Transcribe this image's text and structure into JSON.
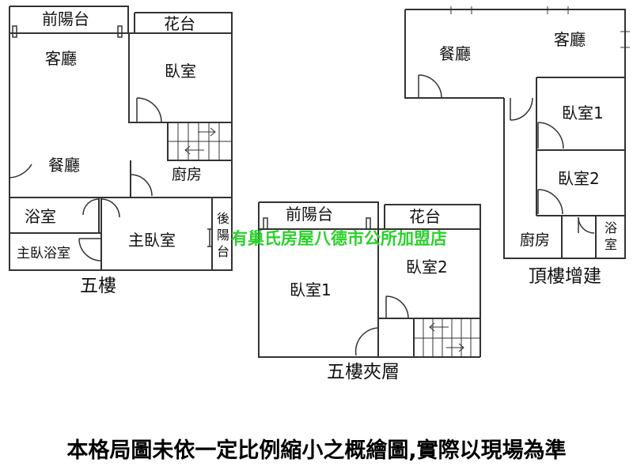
{
  "plans": {
    "fifth_floor": {
      "caption": "五樓",
      "rooms": {
        "front_balcony": "前陽台",
        "planter": "花台",
        "living_room": "客廳",
        "bedroom": "臥室",
        "dining_room": "餐廳",
        "kitchen": "廚房",
        "bathroom": "浴室",
        "master_bathroom": "主臥浴室",
        "master_bedroom": "主臥室",
        "rear_balcony": "後陽台"
      }
    },
    "mezzanine": {
      "caption": "五樓夾層",
      "rooms": {
        "front_balcony": "前陽台",
        "planter": "花台",
        "bedroom_1": "臥室1",
        "bedroom_2": "臥室2"
      }
    },
    "rooftop": {
      "caption": "頂樓增建",
      "rooms": {
        "dining_room": "餐廳",
        "living_room": "客廳",
        "bedroom_1": "臥室1",
        "bedroom_2": "臥室2",
        "kitchen": "廚房",
        "bathroom": "浴室"
      }
    }
  },
  "watermark": "有巢氏房屋八德市公所加盟店",
  "disclaimer": "本格局圖未依一定比例縮小之概繪圖,實際以現場為準",
  "colors": {
    "wall": "#333333",
    "watermark": "#2bd12b",
    "text": "#000000"
  }
}
